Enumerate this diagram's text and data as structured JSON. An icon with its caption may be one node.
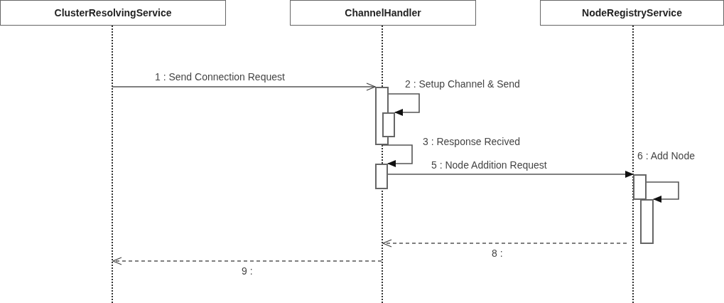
{
  "diagram": {
    "nodes": [
      {
        "text": [
          "ClusterResolvingService"
        ]
      },
      {
        "text": [
          "ChannelHandler"
        ]
      },
      {
        "text": [
          "NodeRegistryService"
        ]
      },
      {
        "text": [],
        "shape": "line"
      },
      {
        "text": [],
        "shape": "line"
      },
      {
        "text": [],
        "shape": "line"
      },
      {
        "text": [],
        "shape": "bar"
      },
      {
        "text": [],
        "shape": "bar"
      },
      {
        "text": [],
        "shape": "bar"
      },
      {
        "text": [],
        "shape": "bar"
      },
      {
        "text": [],
        "shape": "bar"
      }
    ],
    "edges": [
      {
        "from": 3,
        "to": 6,
        "arrow": "to",
        "label": "1 : Send Connection Request"
      },
      {
        "from": 6,
        "to": 7,
        "arrow": "to",
        "label": "2 : Setup Channel & Send"
      },
      {
        "from": 6,
        "to": 8,
        "arrow": "to",
        "label": "3 : Response Recived"
      },
      {
        "from": 8,
        "to": 9,
        "arrow": "to",
        "label": "5 : Node Addition Request"
      },
      {
        "from": 9,
        "to": 10,
        "arrow": "to",
        "label": "6 : Add Node"
      },
      {
        "from": 5,
        "to": 4,
        "arrow": "to",
        "label": "8 :",
        "style": "dashed"
      },
      {
        "from": 4,
        "to": 3,
        "arrow": "to",
        "label": "9 :",
        "style": "dashed"
      }
    ]
  }
}
